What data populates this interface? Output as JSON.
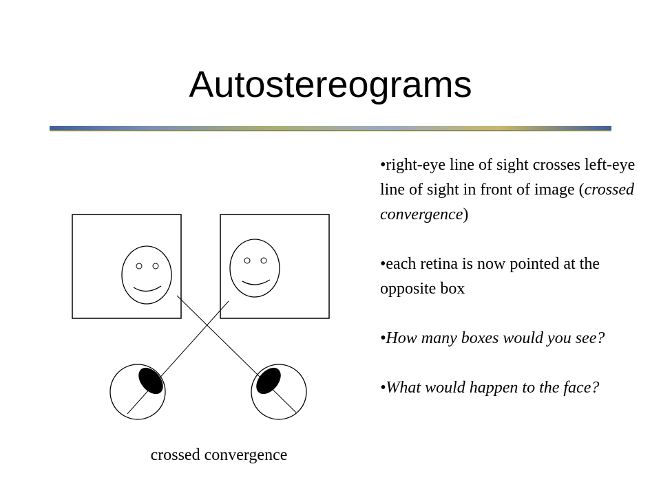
{
  "slide": {
    "title": "Autostereograms",
    "caption": "crossed convergence",
    "bullets": {
      "b1_pre": "right-eye line of sight crosses left-eye line of sight in front of image (",
      "b1_italic": "crossed convergence",
      "b1_post": ")",
      "b2": "each retina is now pointed at the opposite box",
      "b3": "How many boxes would you see?",
      "b4": "What would happen to the face?"
    }
  }
}
